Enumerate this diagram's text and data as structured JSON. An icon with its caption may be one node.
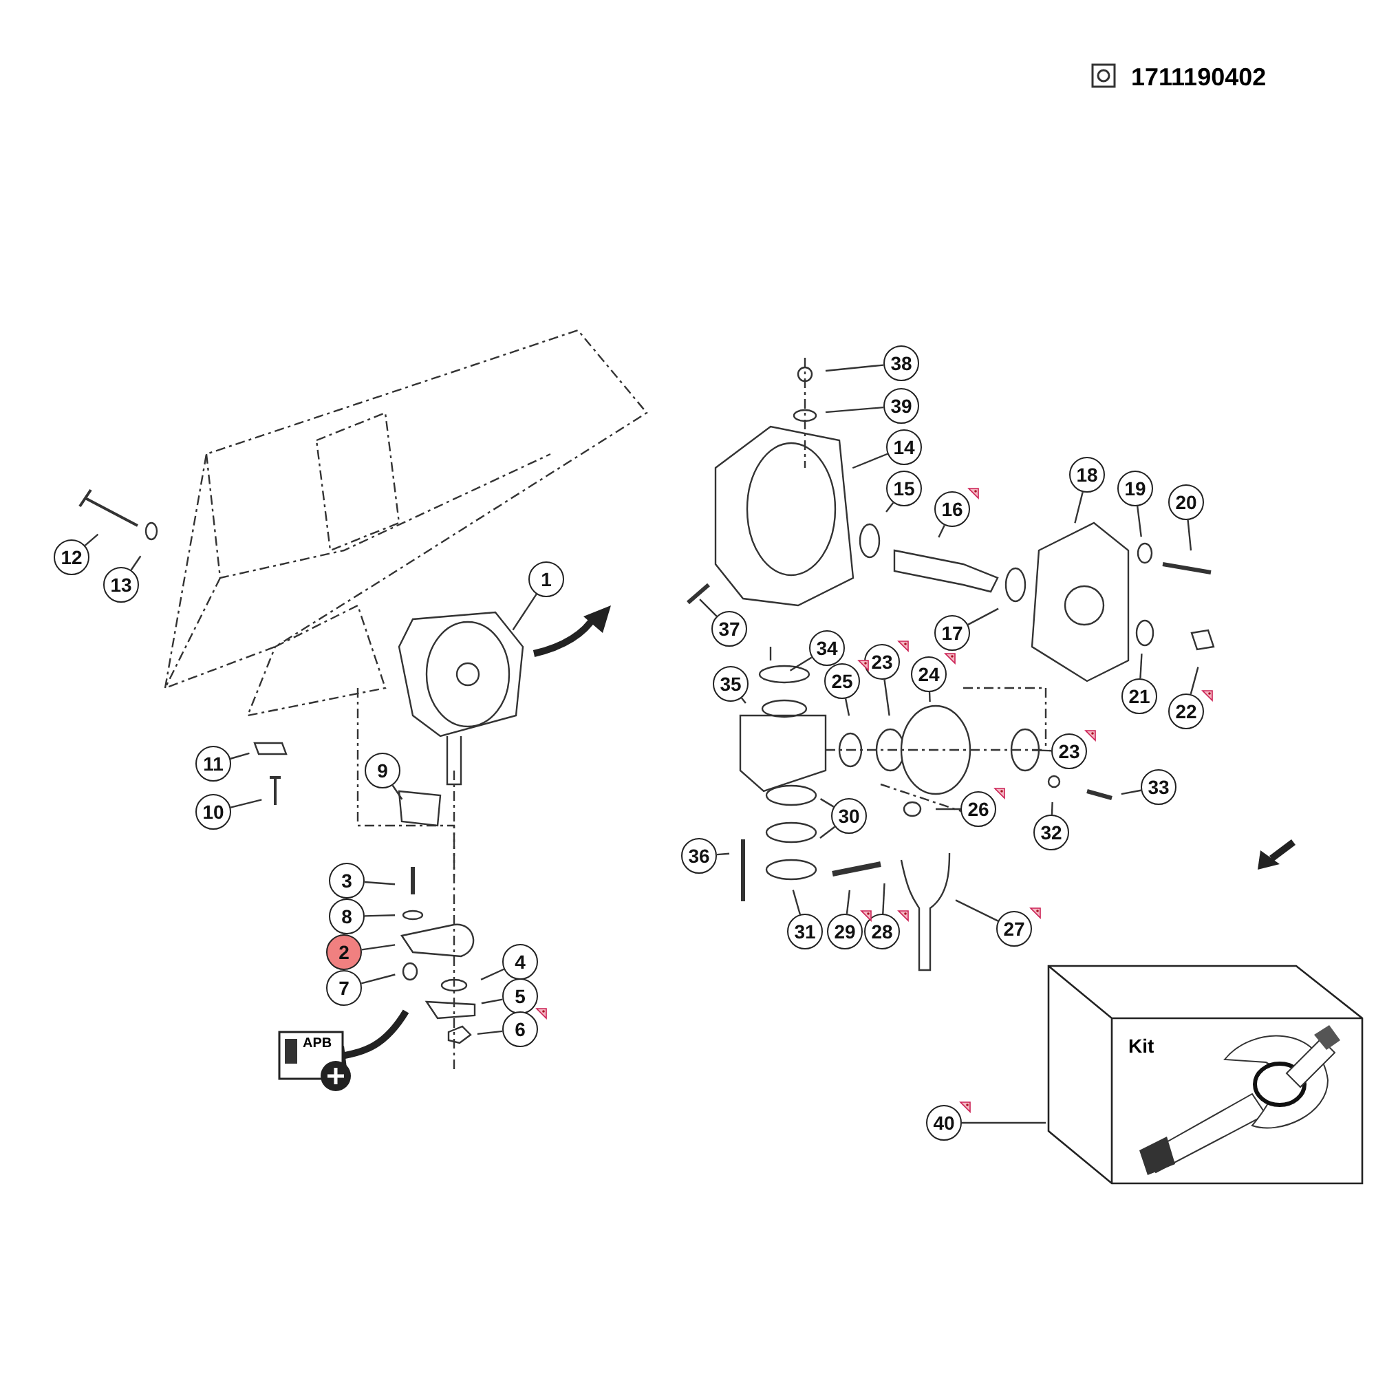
{
  "diagram": {
    "nodes": [
      {
        "text": [
          "1"
        ]
      },
      {
        "text": [
          "2"
        ]
      },
      {
        "text": [
          "3"
        ]
      },
      {
        "text": [
          "4"
        ]
      },
      {
        "text": [
          "5"
        ]
      },
      {
        "text": [
          "6"
        ]
      },
      {
        "text": [
          "7"
        ]
      },
      {
        "text": [
          "8"
        ]
      },
      {
        "text": [
          "9"
        ]
      },
      {
        "text": [
          "10"
        ]
      },
      {
        "text": [
          "11"
        ]
      },
      {
        "text": [
          "12"
        ]
      },
      {
        "text": [
          "13"
        ]
      },
      {
        "text": [
          "14"
        ]
      },
      {
        "text": [
          "15"
        ]
      },
      {
        "text": [
          "16"
        ]
      },
      {
        "text": [
          "17"
        ]
      },
      {
        "text": [
          "18"
        ]
      },
      {
        "text": [
          "19"
        ]
      },
      {
        "text": [
          "20"
        ]
      },
      {
        "text": [
          "21"
        ]
      },
      {
        "text": [
          "22"
        ]
      },
      {
        "text": [
          "23"
        ]
      },
      {
        "text": [
          "23"
        ]
      },
      {
        "text": [
          "24"
        ]
      },
      {
        "text": [
          "25"
        ]
      },
      {
        "text": [
          "26"
        ]
      },
      {
        "text": [
          "27"
        ]
      },
      {
        "text": [
          "28"
        ]
      },
      {
        "text": [
          "29"
        ]
      },
      {
        "text": [
          "30"
        ]
      },
      {
        "text": [
          "31"
        ]
      },
      {
        "text": [
          "32"
        ]
      },
      {
        "text": [
          "33"
        ]
      },
      {
        "text": [
          "34"
        ]
      },
      {
        "text": [
          "35"
        ]
      },
      {
        "text": [
          "36"
        ]
      },
      {
        "text": [
          "37"
        ]
      },
      {
        "text": [
          "38"
        ]
      },
      {
        "text": [
          "39"
        ]
      },
      {
        "text": [
          "40"
        ]
      },
      {
        "text": [
          "Kit"
        ]
      }
    ],
    "edges": [
      {
        "from": 0,
        "to": null,
        "arrow": "none"
      },
      {
        "from": 1,
        "to": null,
        "arrow": "none"
      },
      {
        "from": 2,
        "to": null,
        "arrow": "none"
      },
      {
        "from": 3,
        "to": null,
        "arrow": "none"
      },
      {
        "from": 4,
        "to": null,
        "arrow": "none"
      },
      {
        "from": 5,
        "to": null,
        "arrow": "none"
      },
      {
        "from": 6,
        "to": null,
        "arrow": "none"
      },
      {
        "from": 7,
        "to": null,
        "arrow": "none"
      },
      {
        "from": 8,
        "to": null,
        "arrow": "none"
      },
      {
        "from": 9,
        "to": null,
        "arrow": "none"
      },
      {
        "from": 10,
        "to": null,
        "arrow": "none"
      },
      {
        "from": 11,
        "to": null,
        "arrow": "none"
      },
      {
        "from": 12,
        "to": null,
        "arrow": "none"
      },
      {
        "from": 13,
        "to": null,
        "arrow": "none"
      },
      {
        "from": 14,
        "to": null,
        "arrow": "none"
      },
      {
        "from": 15,
        "to": null,
        "arrow": "none"
      },
      {
        "from": 16,
        "to": null,
        "arrow": "none"
      },
      {
        "from": 17,
        "to": null,
        "arrow": "none"
      },
      {
        "from": 18,
        "to": null,
        "arrow": "none"
      },
      {
        "from": 19,
        "to": null,
        "arrow": "none"
      },
      {
        "from": 20,
        "to": null,
        "arrow": "none"
      },
      {
        "from": 21,
        "to": null,
        "arrow": "none"
      },
      {
        "from": 22,
        "to": null,
        "arrow": "none"
      },
      {
        "from": 23,
        "to": null,
        "arrow": "none"
      },
      {
        "from": 24,
        "to": null,
        "arrow": "none"
      },
      {
        "from": 25,
        "to": null,
        "arrow": "none"
      },
      {
        "from": 26,
        "to": null,
        "arrow": "none"
      },
      {
        "from": 27,
        "to": null,
        "arrow": "none"
      },
      {
        "from": 28,
        "to": null,
        "arrow": "none"
      },
      {
        "from": 29,
        "to": null,
        "arrow": "none"
      },
      {
        "from": 30,
        "to": null,
        "arrow": "none"
      },
      {
        "from": 30,
        "to": null,
        "arrow": "none"
      },
      {
        "from": 31,
        "to": null,
        "arrow": "none"
      },
      {
        "from": 32,
        "to": null,
        "arrow": "none"
      },
      {
        "from": 33,
        "to": null,
        "arrow": "none"
      },
      {
        "from": 34,
        "to": null,
        "arrow": "none"
      },
      {
        "from": 35,
        "to": null,
        "arrow": "none"
      },
      {
        "from": 36,
        "to": null,
        "arrow": "none"
      },
      {
        "from": 37,
        "to": null,
        "arrow": "none"
      },
      {
        "from": 38,
        "to": null,
        "arrow": "none"
      },
      {
        "from": 39,
        "to": null,
        "arrow": "none"
      },
      {
        "from": 40,
        "to": 41,
        "arrow": "none"
      }
    ],
    "labels": [
      "1711190402",
      "APB"
    ]
  }
}
